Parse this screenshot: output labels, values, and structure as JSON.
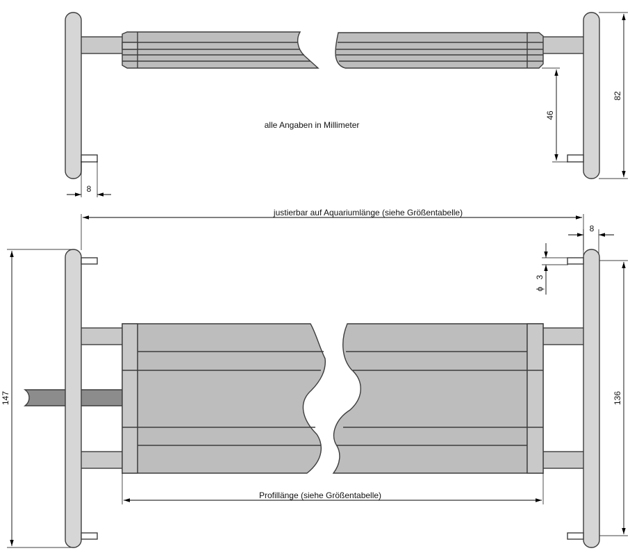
{
  "notes": {
    "units_note": "alle Angaben in Millimeter"
  },
  "dimensions": {
    "top_offset": "8",
    "top_height_inner": "46",
    "top_height_outer": "82",
    "adjustable_length": "justierbar auf Aquariumlänge (siehe Größentabelle)",
    "front_offset": "8",
    "front_diameter_symbol": "ϕ",
    "front_diameter_value": "3",
    "front_height_left": "147",
    "front_height_right": "136",
    "profile_length": "Profillänge (siehe Größentabelle)"
  },
  "colors": {
    "profile_fill": "#bdbdbd",
    "rod_fill": "#c9c9c9",
    "handle_fill": "#d6d6d6",
    "dark_rod_fill": "#8c8c8c",
    "line": "#3c3c3c"
  }
}
